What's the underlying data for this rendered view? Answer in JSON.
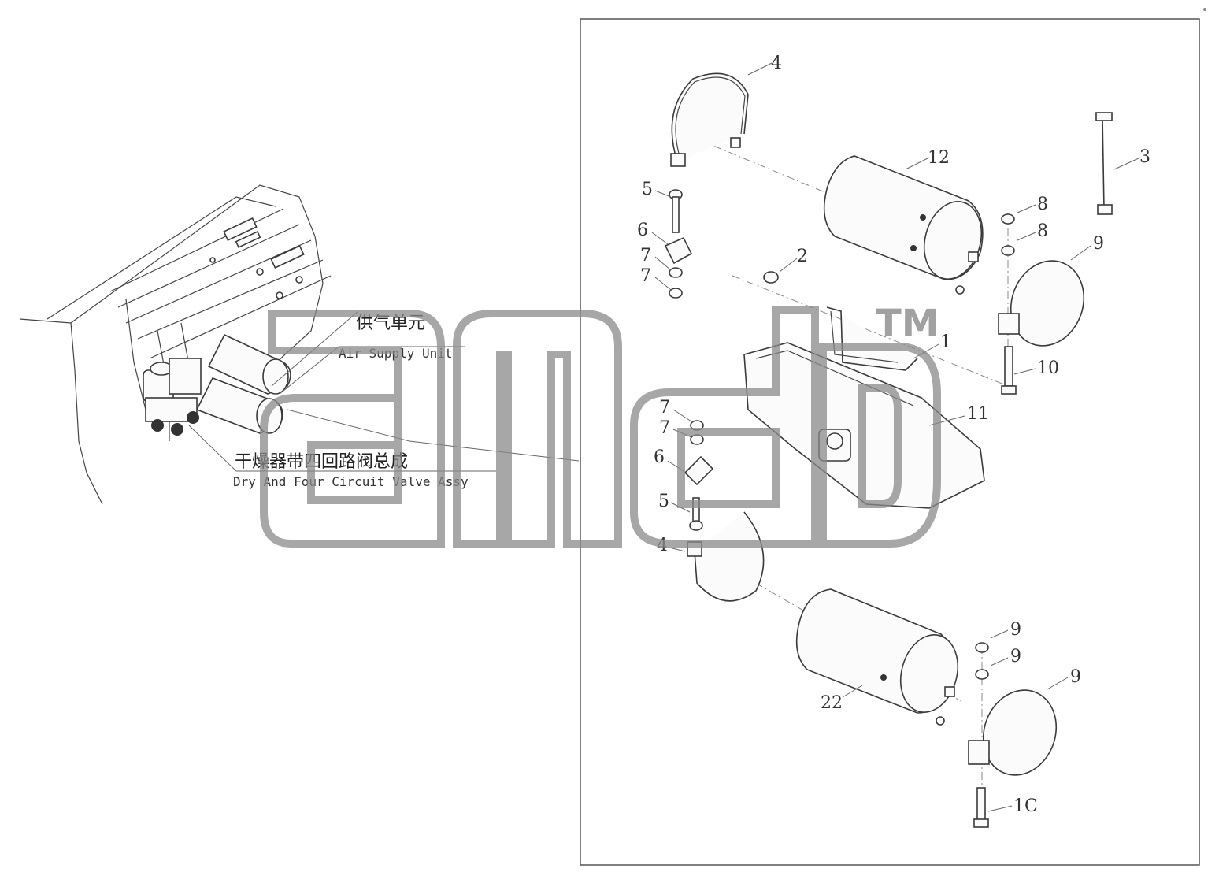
{
  "captions": {
    "air_supply_cn": "供气单元",
    "air_supply_en": "Air Supply Unit",
    "dryer_cn": "干燥器带四回路阀总成",
    "dryer_en": "Dry And Four Circuit Valve Assy"
  },
  "watermark": {
    "text": "amdp",
    "tm": "TM"
  },
  "callouts": [
    {
      "id": "c-4a",
      "label": "4"
    },
    {
      "id": "c-12",
      "label": "12"
    },
    {
      "id": "c-3",
      "label": "3"
    },
    {
      "id": "c-5a",
      "label": "5"
    },
    {
      "id": "c-6a",
      "label": "6"
    },
    {
      "id": "c-7a",
      "label": "7"
    },
    {
      "id": "c-7b",
      "label": "7"
    },
    {
      "id": "c-8a",
      "label": "8"
    },
    {
      "id": "c-8b",
      "label": "8"
    },
    {
      "id": "c-9a",
      "label": "9"
    },
    {
      "id": "c-2",
      "label": "2"
    },
    {
      "id": "c-1",
      "label": "1"
    },
    {
      "id": "c-10a",
      "label": "10"
    },
    {
      "id": "c-11",
      "label": "11"
    },
    {
      "id": "c-7c",
      "label": "7"
    },
    {
      "id": "c-7d",
      "label": "7"
    },
    {
      "id": "c-6b",
      "label": "6"
    },
    {
      "id": "c-5b",
      "label": "5"
    },
    {
      "id": "c-4b",
      "label": "4"
    },
    {
      "id": "c-9b",
      "label": "9"
    },
    {
      "id": "c-9c",
      "label": "9"
    },
    {
      "id": "c-9d",
      "label": "9"
    },
    {
      "id": "c-22",
      "label": "22"
    },
    {
      "id": "c-10b",
      "label": "1C"
    }
  ]
}
